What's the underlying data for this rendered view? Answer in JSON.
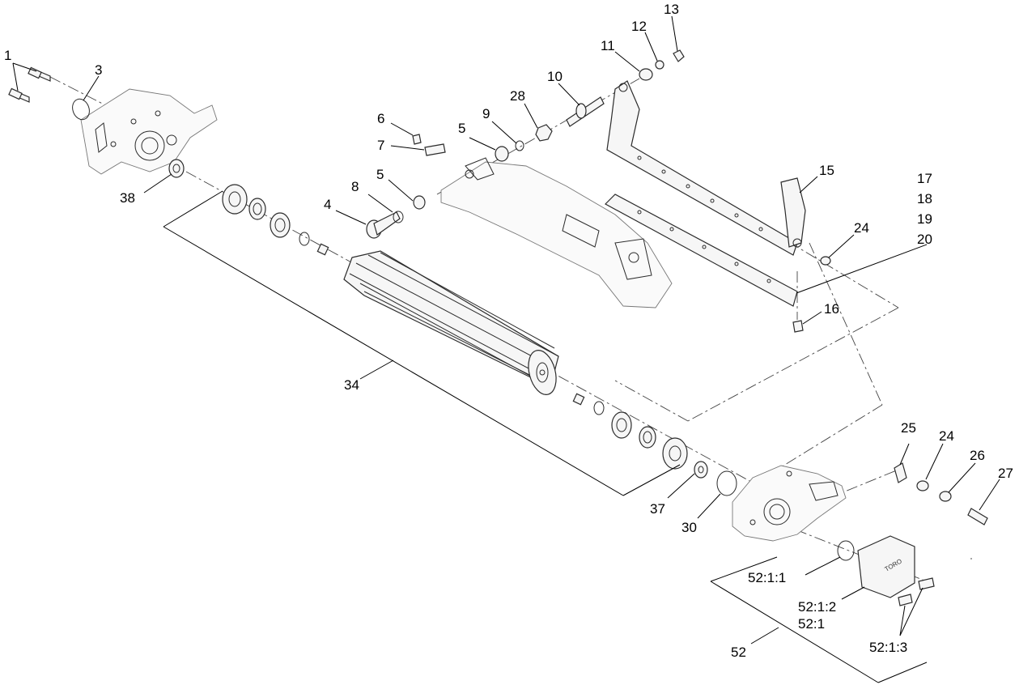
{
  "callouts": {
    "c1": "1",
    "c3": "3",
    "c38": "38",
    "c6": "6",
    "c7": "7",
    "c5a": "5",
    "c5b": "5",
    "c9": "9",
    "c28": "28",
    "c10": "10",
    "c11": "11",
    "c12": "12",
    "c13": "13",
    "c8": "8",
    "c4": "4",
    "c15": "15",
    "c17": "17",
    "c18": "18",
    "c19": "19",
    "c20": "20",
    "c24a": "24",
    "c16": "16",
    "c34": "34",
    "c25": "25",
    "c24b": "24",
    "c26": "26",
    "c27": "27",
    "c37": "37",
    "c30": "30",
    "c52_1_1": "52:1:1",
    "c52_1_2": "52:1:2",
    "c52_1": "52:1",
    "c52": "52",
    "c52_1_3": "52:1:3"
  },
  "cover_logo": "TORO"
}
